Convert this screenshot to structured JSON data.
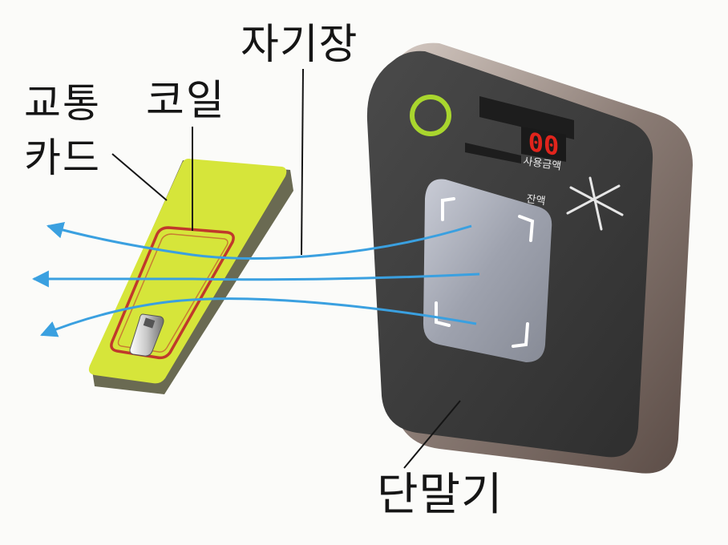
{
  "labels": {
    "transit_card_line1": "교통",
    "transit_card_line2": "카드",
    "coil": "코일",
    "magnetic_field": "자기장",
    "terminal": "단말기"
  },
  "terminal_display": {
    "digits": "00",
    "caption": "사용금액",
    "small_text": "잔액"
  },
  "colors": {
    "card": "#d6e53a",
    "coil": "#c0392b",
    "field_lines": "#3aa0e0",
    "terminal_body": "#3a3a3a",
    "display_digits": "#e0241c",
    "status_ring": "#a9d62e"
  }
}
